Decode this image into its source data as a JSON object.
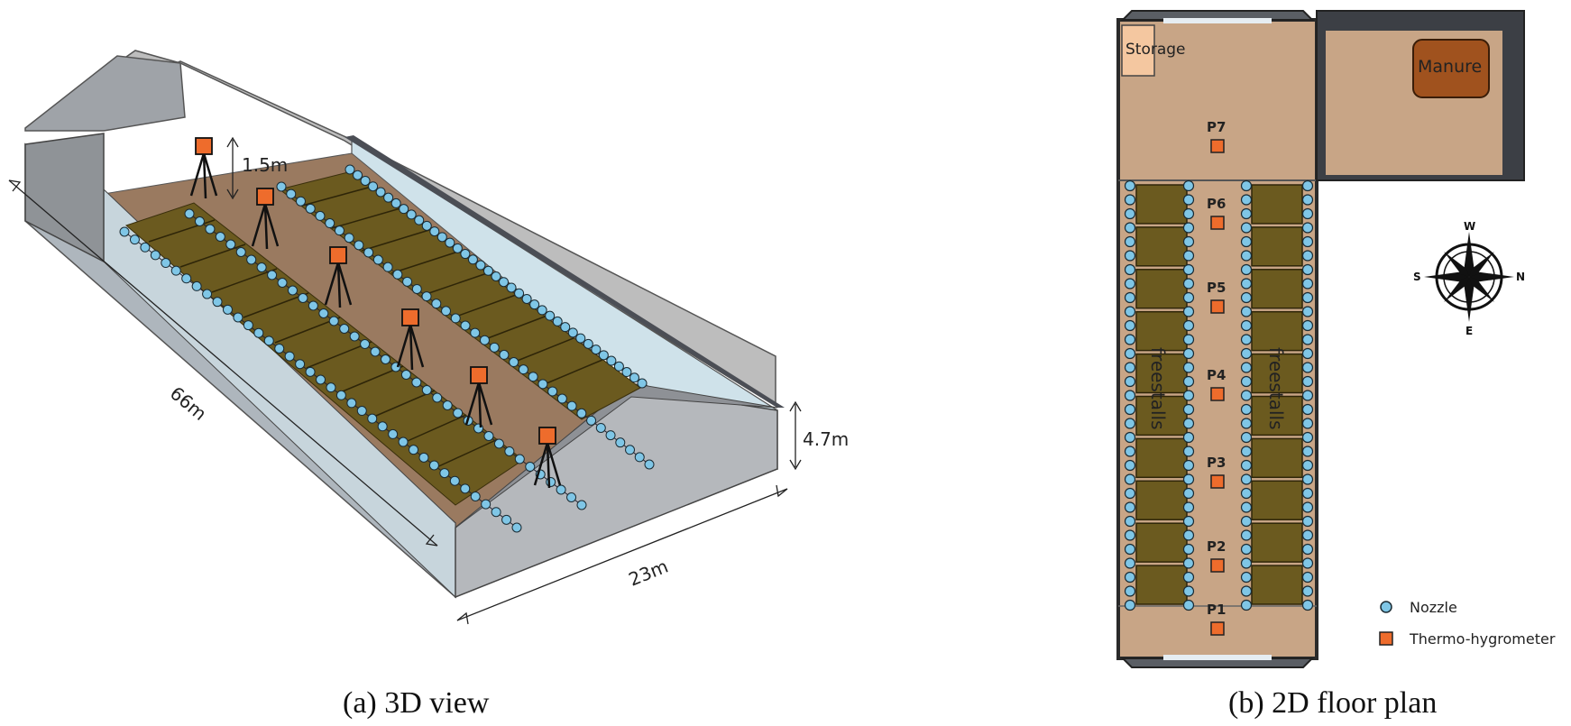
{
  "view3d": {
    "dim_length": "66m",
    "dim_width": "23m",
    "dim_height": "4.7m",
    "dim_sensor_height": "1.5m",
    "caption": "(a)  3D view"
  },
  "plan2d": {
    "storage_label": "Storage",
    "manure_label": "Manure",
    "freestalls_left": "freestalls",
    "freestalls_right": "freestalls",
    "points": [
      "P1",
      "P2",
      "P3",
      "P4",
      "P5",
      "P6",
      "P7"
    ],
    "compass": {
      "north": "N",
      "south": "S",
      "east": "E",
      "west": "W"
    },
    "legend": {
      "nozzle": "Nozzle",
      "thermo": "Thermo-hygrometer"
    },
    "caption": "(b)  2D floor plan"
  },
  "colors": {
    "floor": "#c8a586",
    "stall": "#6b5a1f",
    "nozzle": "#7fc6e6",
    "thermo": "#ee6c2c",
    "manure": "#a0521e",
    "wall_dark": "#3c3f45"
  }
}
